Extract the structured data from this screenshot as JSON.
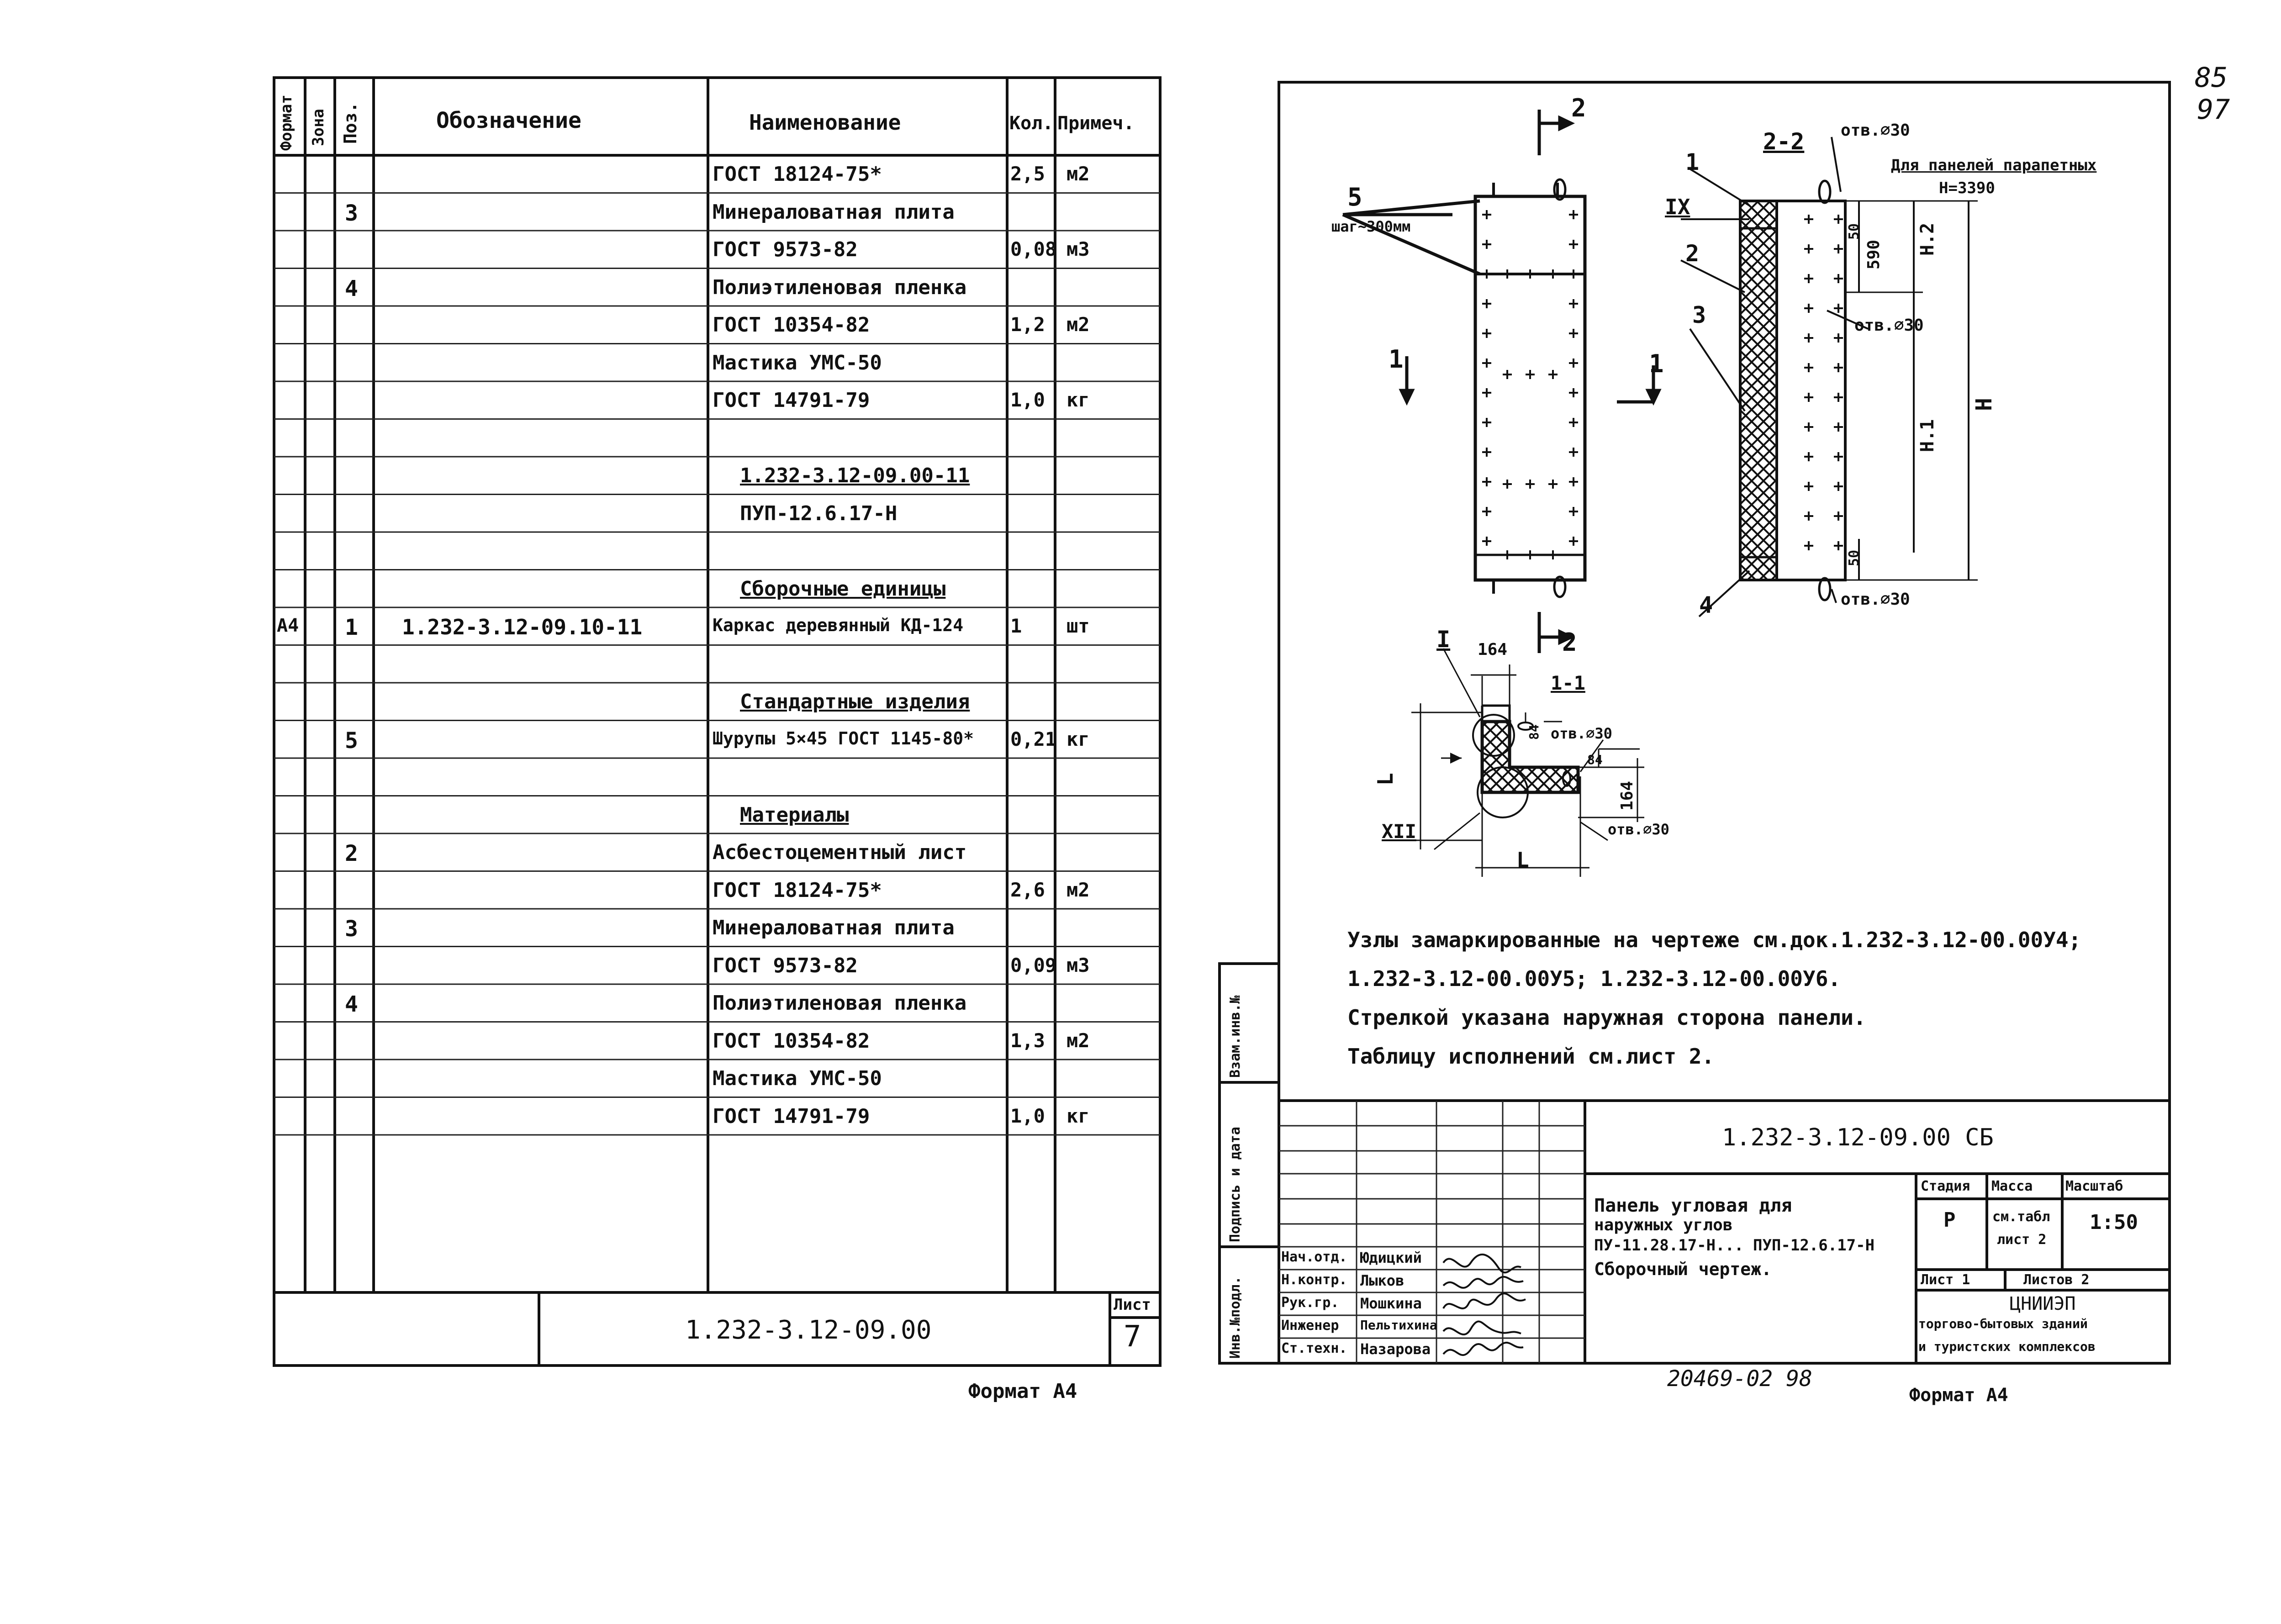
{
  "spec_sheet": {
    "headers": {
      "format": "Формат",
      "zone": "Зона",
      "pos": "Поз.",
      "designation": "Обозначение",
      "name": "Наименование",
      "qty": "Кол.",
      "note": "Примеч."
    },
    "rows": [
      {
        "pos": "",
        "zone": "",
        "format": "",
        "designation": "",
        "name": "ГОСТ 18124-75*",
        "qty": "2,5",
        "note": "м2"
      },
      {
        "pos": "3",
        "zone": "",
        "format": "",
        "designation": "",
        "name": "Минераловатная плита",
        "qty": "",
        "note": ""
      },
      {
        "pos": "",
        "zone": "",
        "format": "",
        "designation": "",
        "name": "ГОСТ 9573-82",
        "qty": "0,08",
        "note": "м3"
      },
      {
        "pos": "4",
        "zone": "",
        "format": "",
        "designation": "",
        "name": "Полиэтиленовая пленка",
        "qty": "",
        "note": ""
      },
      {
        "pos": "",
        "zone": "",
        "format": "",
        "designation": "",
        "name": "ГОСТ 10354-82",
        "qty": "1,2",
        "note": "м2"
      },
      {
        "pos": "",
        "zone": "",
        "format": "",
        "designation": "",
        "name": "Мастика УМС-50",
        "qty": "",
        "note": ""
      },
      {
        "pos": "",
        "zone": "",
        "format": "",
        "designation": "",
        "name": "ГОСТ 14791-79",
        "qty": "1,0",
        "note": "кг"
      },
      {
        "pos": "",
        "zone": "",
        "format": "",
        "designation": "",
        "name": "",
        "qty": "",
        "note": ""
      },
      {
        "pos": "",
        "zone": "",
        "format": "",
        "designation": "",
        "name": "1.232-3.12-09.00-11",
        "qty": "",
        "note": ""
      },
      {
        "pos": "",
        "zone": "",
        "format": "",
        "designation": "",
        "name": "ПУП-12.6.17-Н",
        "qty": "",
        "note": ""
      },
      {
        "pos": "",
        "zone": "",
        "format": "",
        "designation": "",
        "name": "",
        "qty": "",
        "note": ""
      },
      {
        "pos": "",
        "zone": "",
        "format": "",
        "designation": "",
        "name": "Сборочные единицы",
        "qty": "",
        "note": ""
      },
      {
        "pos": "1",
        "zone": "",
        "format": "А4",
        "designation": "1.232-3.12-09.10-11",
        "name": "Каркас деревянный КД-124",
        "qty": "1",
        "note": "шт"
      },
      {
        "pos": "",
        "zone": "",
        "format": "",
        "designation": "",
        "name": "",
        "qty": "",
        "note": ""
      },
      {
        "pos": "",
        "zone": "",
        "format": "",
        "designation": "",
        "name": "Стандартные изделия",
        "qty": "",
        "note": ""
      },
      {
        "pos": "5",
        "zone": "",
        "format": "",
        "designation": "",
        "name": "Шурупы 5×45 ГОСТ 1145-80*",
        "qty": "0,21",
        "note": "кг"
      },
      {
        "pos": "",
        "zone": "",
        "format": "",
        "designation": "",
        "name": "",
        "qty": "",
        "note": ""
      },
      {
        "pos": "",
        "zone": "",
        "format": "",
        "designation": "",
        "name": "Материалы",
        "qty": "",
        "note": ""
      },
      {
        "pos": "2",
        "zone": "",
        "format": "",
        "designation": "",
        "name": "Асбестоцементный лист",
        "qty": "",
        "note": ""
      },
      {
        "pos": "",
        "zone": "",
        "format": "",
        "designation": "",
        "name": "ГОСТ 18124-75*",
        "qty": "2,6",
        "note": "м2"
      },
      {
        "pos": "3",
        "zone": "",
        "format": "",
        "designation": "",
        "name": "Минераловатная плита",
        "qty": "",
        "note": ""
      },
      {
        "pos": "",
        "zone": "",
        "format": "",
        "designation": "",
        "name": "ГОСТ 9573-82",
        "qty": "0,09",
        "note": "м3"
      },
      {
        "pos": "4",
        "zone": "",
        "format": "",
        "designation": "",
        "name": "Полиэтиленовая пленка",
        "qty": "",
        "note": ""
      },
      {
        "pos": "",
        "zone": "",
        "format": "",
        "designation": "",
        "name": "ГОСТ 10354-82",
        "qty": "1,3",
        "note": "м2"
      },
      {
        "pos": "",
        "zone": "",
        "format": "",
        "designation": "",
        "name": "Мастика УМС-50",
        "qty": "",
        "note": ""
      },
      {
        "pos": "",
        "zone": "",
        "format": "",
        "designation": "",
        "name": "ГОСТ 14791-79",
        "qty": "1,0",
        "note": "кг"
      }
    ],
    "footer_code": "1.232-3.12-09.00",
    "sheet_label": "Лист",
    "sheet_no": "7",
    "format_label": "Формат А4"
  },
  "drawing": {
    "labels": {
      "section2": "2",
      "section22": "2-2",
      "section11": "1-1",
      "section1": "1",
      "step5": "5",
      "step_text": "шаг~300мм",
      "hole30": "отв.⌀30",
      "parapet1": "Для панелей парапетных",
      "parapet2": "Н=3390",
      "dim590": "590",
      "dim50": "50",
      "dimH": "Н",
      "dimH1": "Н.1",
      "dimH2": "Н.2",
      "dim164": "164",
      "dim84": "84",
      "dimL": "L",
      "nodeI": "I",
      "nodeIX": "IX",
      "nodeXII": "XII",
      "p1": "1",
      "p2": "2",
      "p3": "3",
      "p4": "4"
    },
    "notes": [
      "Узлы замаркированные на чертеже см.док.1.232-3.12-00.00У4;",
      "1.232-3.12-00.00У5; 1.232-3.12-00.00У6.",
      "Стрелкой указана наружная сторона панели.",
      "Таблицу исполнений см.лист 2."
    ],
    "side_stamp": {
      "inv_sub": "Инв.№подл.",
      "sign_date": "Подпись и дата",
      "replace": "Взам.инв.№"
    },
    "title_block": {
      "doc_code": "1.232-3.12-09.00 СБ",
      "title_lines": [
        "Панель угловая для",
        "наружных углов",
        "ПУ-11.28.17-Н... ПУП-12.6.17-Н",
        "Сборочный чертеж."
      ],
      "stage_label": "Стадия",
      "mass_label": "Масса",
      "scale_label": "Масштаб",
      "stage_value": "Р",
      "mass_value1": "см.табл",
      "mass_value2": "лист 2",
      "scale_value": "1:50",
      "sheet_label": "Лист 1",
      "sheets_label": "Листов 2",
      "org1": "ЦНИИЭП",
      "org2": "торгово-бытовых зданий",
      "org3": "и туристских комплексов",
      "roles": [
        {
          "role": "Нач.отд.",
          "name": "Юдицкий"
        },
        {
          "role": "Н.контр.",
          "name": "Лыков"
        },
        {
          "role": "Рук.гр.",
          "name": "Мошкина"
        },
        {
          "role": "Инженер",
          "name": "Пельтихина"
        },
        {
          "role": "Ст.техн.",
          "name": "Назарова"
        }
      ]
    },
    "bottom_code": "20469-02 98",
    "format_label": "Формат А4",
    "corner_marks": [
      "85",
      "97"
    ]
  }
}
